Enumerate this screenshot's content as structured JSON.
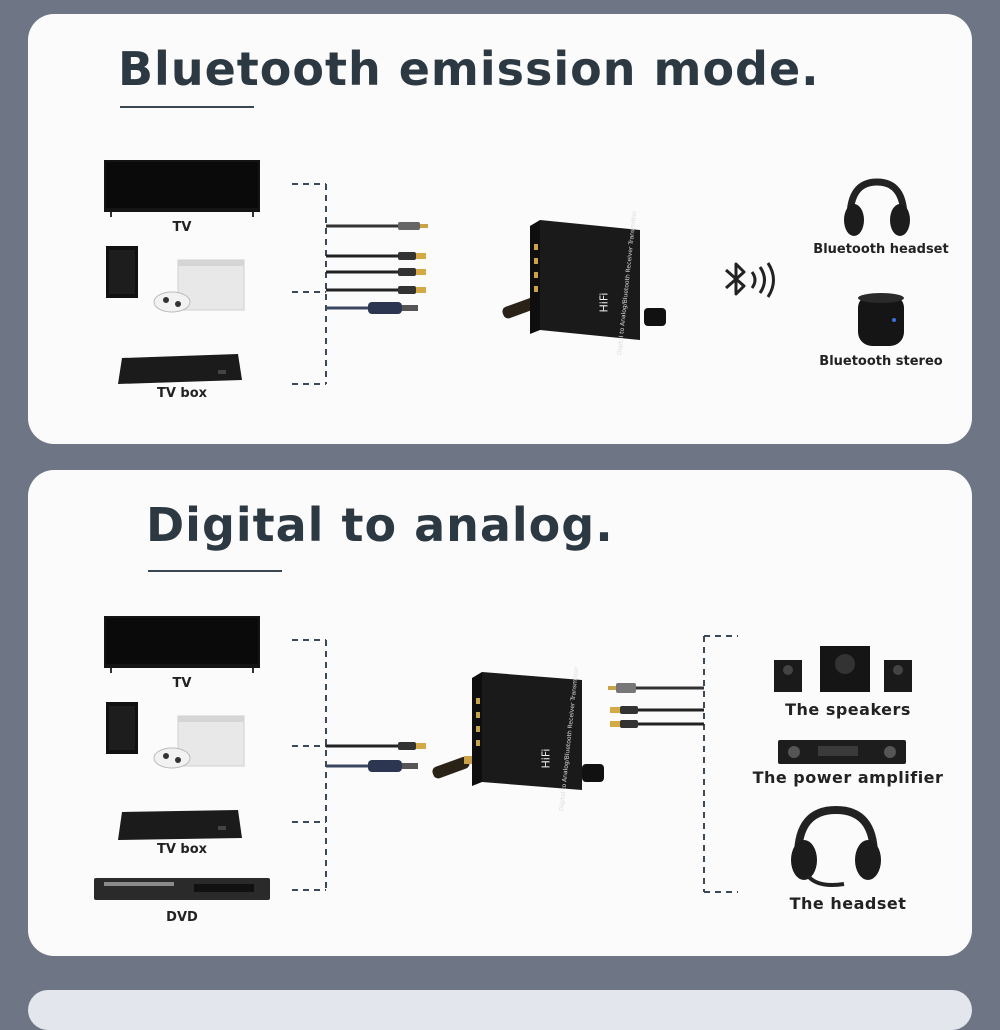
{
  "section1": {
    "title": "Bluetooth emission mode.",
    "sources": [
      "TV",
      "TV box"
    ],
    "outputs": [
      "Bluetooth headset",
      "Bluetooth stereo"
    ],
    "device_text": "HiFi",
    "device_side_text": "Digital to Analog/Bluetooth Receiver Transmitter"
  },
  "section2": {
    "title": "Digital to analog.",
    "sources": [
      "TV",
      "TV box",
      "DVD"
    ],
    "outputs": [
      "The speakers",
      "The power amplifier",
      "The headset"
    ],
    "device_text": "HiFi",
    "device_side_text": "Digital to Analog/Bluetooth Receiver Transmitter"
  },
  "icons": [
    "tv-icon",
    "game-console-icon",
    "tv-box-icon",
    "dvd-player-icon",
    "bluetooth-icon",
    "headphones-icon",
    "speaker-icon",
    "amplifier-icon",
    "headset-icon"
  ]
}
